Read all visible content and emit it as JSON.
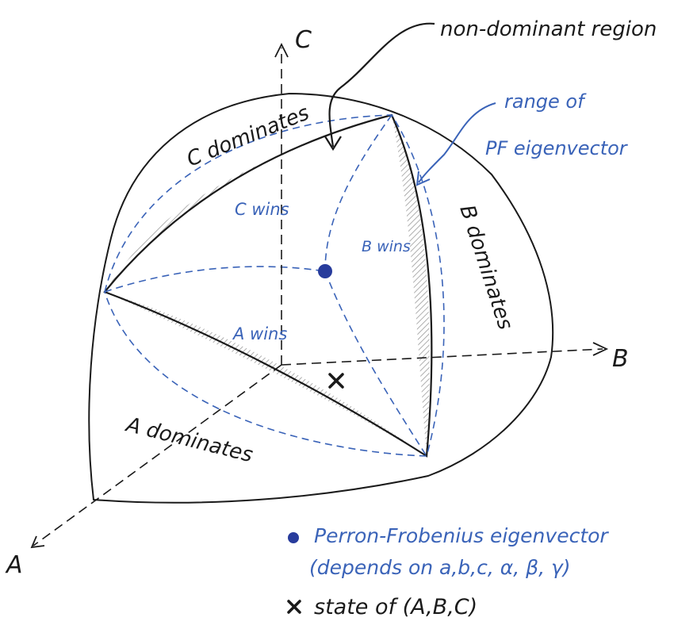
{
  "axes": {
    "a_label": "A",
    "b_label": "B",
    "c_label": "C"
  },
  "regions": {
    "c_dominates": "C dominates",
    "b_dominates": "B dominates",
    "a_dominates": "A dominates",
    "c_wins": "C wins",
    "b_wins": "B wins",
    "a_wins": "A wins"
  },
  "annotations": {
    "non_dominant_region": "non-dominant region",
    "range_pf_line1": "range of",
    "range_pf_line2": "PF eigenvector"
  },
  "legend": {
    "pf_line1": "Perron-Frobenius eigenvector",
    "pf_line2": "(depends on a,b,c, α, β, γ)",
    "state_label": "state of (A,B,C)"
  },
  "colors": {
    "ink": "#1a1a1a",
    "blue": "#3a63b8",
    "dot": "#283c9c",
    "hatch": "#9a9a9a"
  },
  "icons": {
    "pf_marker": "filled-dot-icon",
    "state_marker": "cross-icon"
  }
}
